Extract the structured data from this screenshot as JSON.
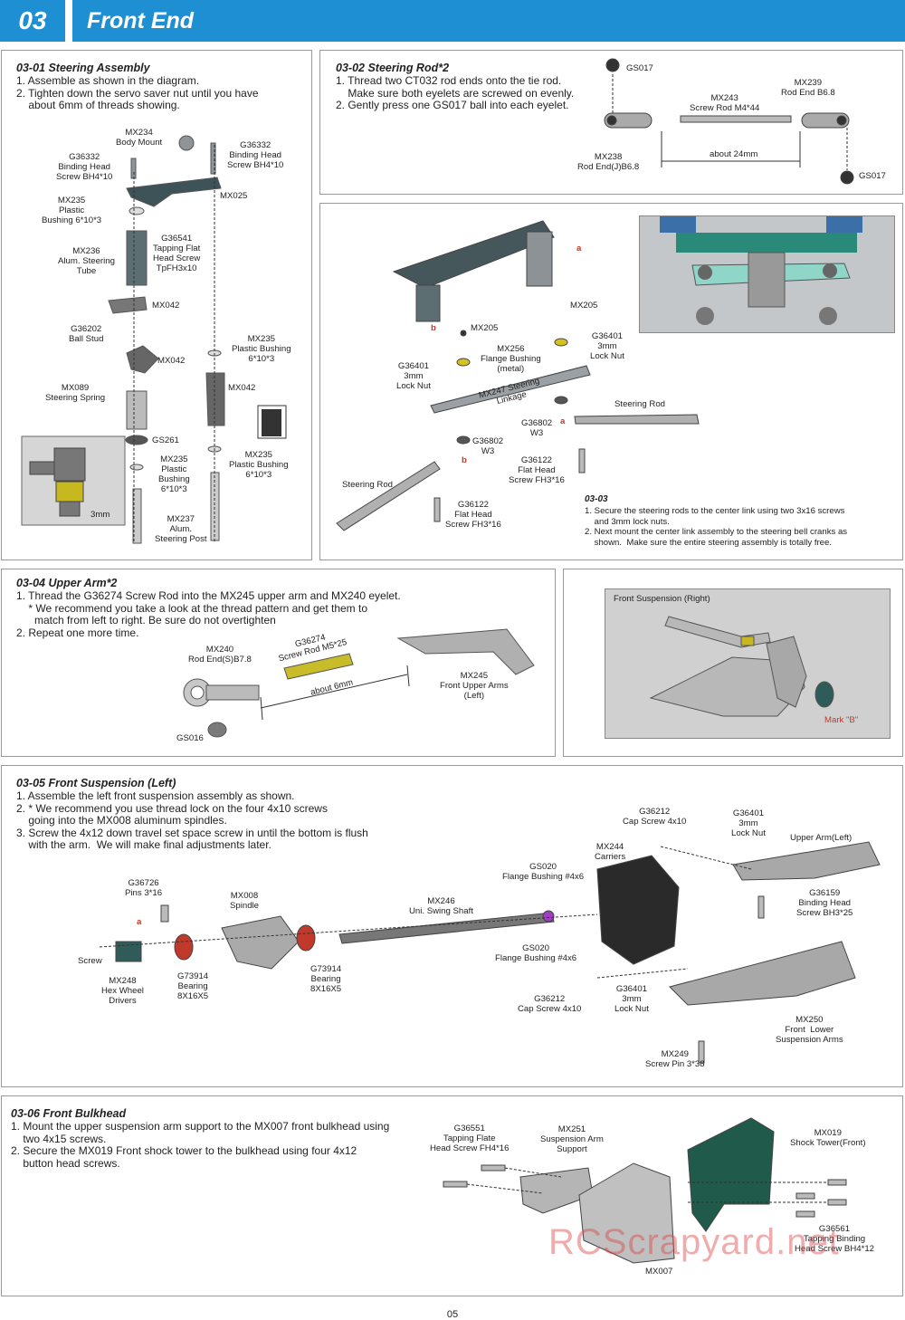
{
  "header": {
    "number": "03",
    "title": "Front End"
  },
  "s0301": {
    "title": "03-01  Steering Assembly",
    "steps": [
      "1. Assemble as shown in the diagram.",
      "2. Tighten down the servo saver nut until you have",
      "    about 6mm of threads showing."
    ],
    "labels": {
      "mx234": "MX234\nBody Mount",
      "g36332a": "G36332\nBinding Head\nScrew BH4*10",
      "g36332b": "G36332\nBinding Head\nScrew BH4*10",
      "mx025": "MX025",
      "mx235a": "MX235\nPlastic\nBushing 6*10*3",
      "g36541": "G36541\nTapping Flat\nHead Screw\nTpFH3x10",
      "mx236": "MX236\nAlum. Steering\nTube",
      "mx042a": "MX042",
      "g36202": "G36202\nBall Stud",
      "mx042b": "MX042",
      "mx235b": "MX235\nPlastic Bushing\n6*10*3",
      "mx042c": "MX042",
      "mx089": "MX089\nSteering Spring",
      "gs261": "GS261",
      "mx235c": "MX235\nPlastic\nBushing\n6*10*3",
      "mx235d": "MX235\nPlastic Bushing\n6*10*3",
      "mx237": "MX237\nAlum.\nSteering Post",
      "mm3": "3mm"
    }
  },
  "s0302": {
    "title": "03-02  Steering Rod*2",
    "steps": [
      "1. Thread two CT032 rod ends onto the tie rod.",
      "    Make sure both eyelets are screwed on evenly.",
      "2. Gently press one GS017 ball into each eyelet."
    ],
    "labels": {
      "gs017a": "GS017",
      "mx243": "MX243\nScrew Rod M4*44",
      "mx239": "MX239\nRod End B6.8",
      "mx238": "MX238\nRod End(J)B6.8",
      "about24": "about 24mm",
      "gs017b": "GS017"
    }
  },
  "s0303": {
    "title": "03-03",
    "steps": [
      "1. Secure the steering rods to the center link using two 3x16 screws",
      "    and 3mm lock nuts.",
      "2. Next mount the center link assembly to the steering bell cranks as",
      "    shown.  Make sure the entire steering assembly is totally free."
    ],
    "labels": {
      "a1": "a",
      "b1": "b",
      "a2": "a",
      "b2": "b",
      "mx205a": "MX205",
      "mx205b": "MX205",
      "g36401a": "G36401\n3mm\nLock Nut",
      "mx256": "MX256\nFlange Bushing\n(metal)",
      "g36401b": "G36401\n3mm\nLock Nut",
      "mx247": "MX247 Steering\nLinkage",
      "steeringRodR": "Steering Rod",
      "g36802a": "G36802\nW3",
      "g36802b": "G36802\nW3",
      "g36122a": "G36122\nFlat Head\nScrew FH3*16",
      "steeringRodL": "Steering Rod",
      "g36122b": "G36122\nFlat Head\nScrew FH3*16"
    }
  },
  "s0304": {
    "title": "03-04  Upper Arm*2",
    "steps": [
      "1. Thread the G36274 Screw Rod into the MX245 upper arm and MX240 eyelet.",
      "    * We recommend you take a look at the thread pattern and get them to",
      "      match from left to right. Be sure do not overtighten",
      "2. Repeat one more time."
    ],
    "labels": {
      "mx240": "MX240\nRod End(S)B7.8",
      "g36274": "G36274\nScrew Rod M5*25",
      "about6": "about 6mm",
      "mx245": "MX245\nFront Upper Arms\n(Left)",
      "gs016": "GS016"
    }
  },
  "frontSuspRight": {
    "title": "Front Suspension (Right)",
    "mark": "Mark \"B\""
  },
  "s0305": {
    "title": "03-05  Front Suspension (Left)",
    "steps": [
      "1. Assemble the left front suspension assembly as shown.",
      "2. * We recommend you use thread lock on the four 4x10 screws",
      "    going into the MX008 aluminum spindles.",
      "3. Screw the 4x12 down travel set space screw in until the bottom is flush",
      "    with the arm.  We will make final adjustments later."
    ],
    "labels": {
      "g36212a": "G36212\nCap Screw 4x10",
      "g36401a": "G36401\n3mm\nLock Nut",
      "upperArmLeft": "Upper Arm(Left)",
      "mx244": "MX244\nCarriers",
      "gs020a": "GS020\nFlange Bushing #4x6",
      "g36726": "G36726\nPins 3*16",
      "mx008": "MX008\nSpindle",
      "mx246": "MX246\nUni. Swing Shaft",
      "g36159": "G36159\nBinding Head\nScrew BH3*25",
      "a": "a",
      "screw": "Screw",
      "mx248": "MX248\nHex Wheel\nDrivers",
      "g73914a": "G73914\nBearing\n8X16X5",
      "g73914b": "G73914\nBearing\n8X16X5",
      "gs020b": "GS020\nFlange Bushing #4x6",
      "g36401b": "G36401\n3mm\nLock Nut",
      "g36212b": "G36212\nCap Screw 4x10",
      "mx250": "MX250\nFront  Lower\nSuspension Arms",
      "mx249": "MX249\nScrew Pin 3*38"
    }
  },
  "s0306": {
    "title": "03-06  Front Bulkhead",
    "steps": [
      "1. Mount the upper suspension arm support to the MX007 front bulkhead using",
      "    two 4x15 screws.",
      "2. Secure the MX019 Front shock tower to the bulkhead using four 4x12",
      "    button head screws."
    ],
    "labels": {
      "g36551": "G36551\nTapping Flate\nHead Screw FH4*16",
      "mx251": "MX251\nSuspension Arm\nSupport",
      "mx019": "MX019\nShock Tower(Front)",
      "g36561": "G36561\nTapping Binding\nHead Screw BH4*12",
      "mx007": "MX007"
    }
  },
  "footer": {
    "page": "05",
    "watermark": "RCScrapyard.net"
  },
  "colors": {
    "headerBlue": "#1e8fd3",
    "markRed": "#c0392b",
    "towerGreen": "#1f5a4a",
    "partGray": "#8a8f93"
  }
}
